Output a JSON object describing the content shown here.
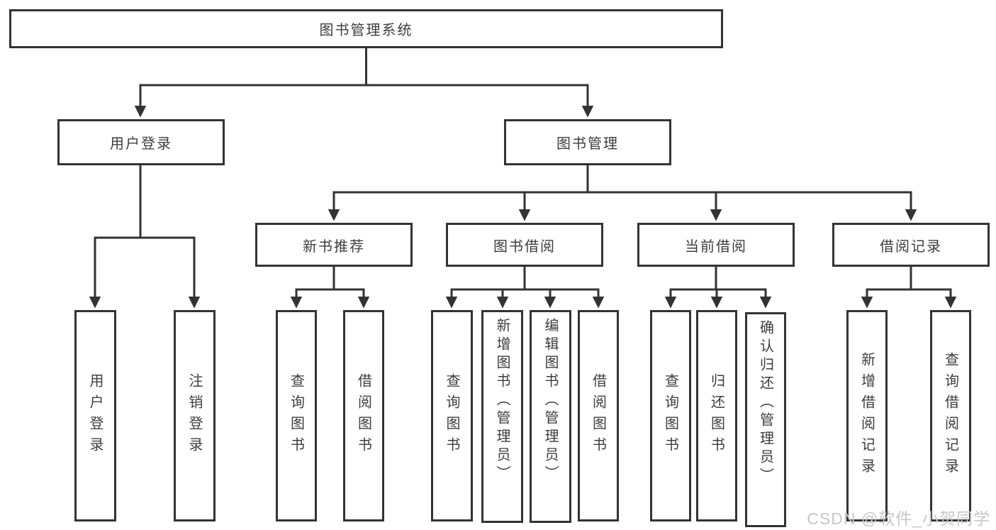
{
  "tree": {
    "root": "图书管理系统",
    "login": {
      "label": "用户登录",
      "children": [
        "用户登录",
        "注销登录"
      ]
    },
    "management": {
      "label": "图书管理",
      "sections": [
        {
          "label": "新书推荐",
          "children": [
            "查询图书",
            "借阅图书"
          ]
        },
        {
          "label": "图书借阅",
          "children": [
            "查询图书",
            "新增图书（管理员）",
            "编辑图书（管理员）",
            "借阅图书"
          ]
        },
        {
          "label": "当前借阅",
          "children": [
            "查询图书",
            "归还图书",
            "确认归还（管理员）"
          ]
        },
        {
          "label": "借阅记录",
          "children": [
            "新增借阅记录",
            "查询借阅记录"
          ]
        }
      ]
    }
  },
  "watermark": "CSDN @软件_小贺同学",
  "colors": {
    "line": "#333333",
    "text": "#3d3d3d",
    "box_background": "#ffffff",
    "watermark": "#c7c7c7",
    "background": "#ffffff"
  }
}
